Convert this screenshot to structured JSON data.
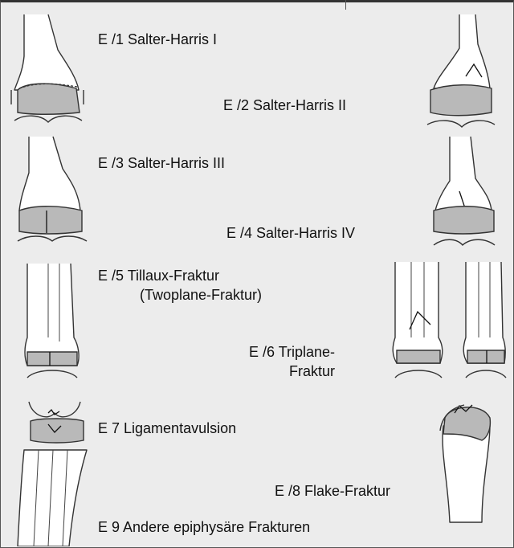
{
  "labels": {
    "e1": "E /1  Salter-Harris I",
    "e2": "E /2  Salter-Harris  II",
    "e3": "E /3  Salter-Harris III",
    "e4": "E /4  Salter-Harris IV",
    "e5_line1": "E /5  Tillaux-Fraktur",
    "e5_line2": "(Twoplane-Fraktur)",
    "e6_line1": "E /6  Triplane-",
    "e6_line2": "Fraktur",
    "e7": "E  7 Ligamentavulsion",
    "e8": "E /8  Flake-Fraktur",
    "e9": "E  9  Andere epiphysäre Frakturen"
  },
  "colors": {
    "background": "#ececec",
    "epiphysis": "#b9b9b9",
    "line": "#333333"
  }
}
